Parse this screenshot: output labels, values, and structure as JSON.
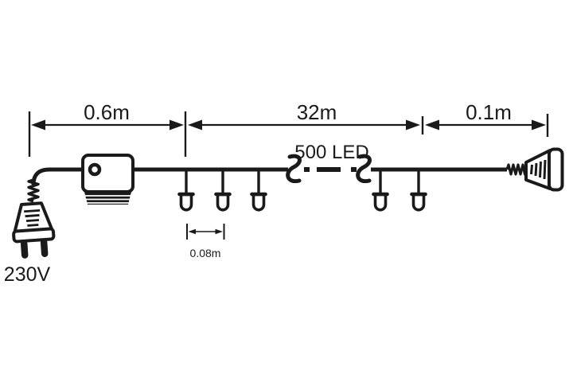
{
  "diagram": {
    "dimensions": {
      "lead": "0.6m",
      "main": "32m",
      "tail": "0.1m",
      "led_spacing": "0.08m"
    },
    "labels": {
      "led_count": "500 LED",
      "voltage": "230V"
    },
    "colors": {
      "ink": "#1a1a1a",
      "background": "#ffffff"
    }
  }
}
